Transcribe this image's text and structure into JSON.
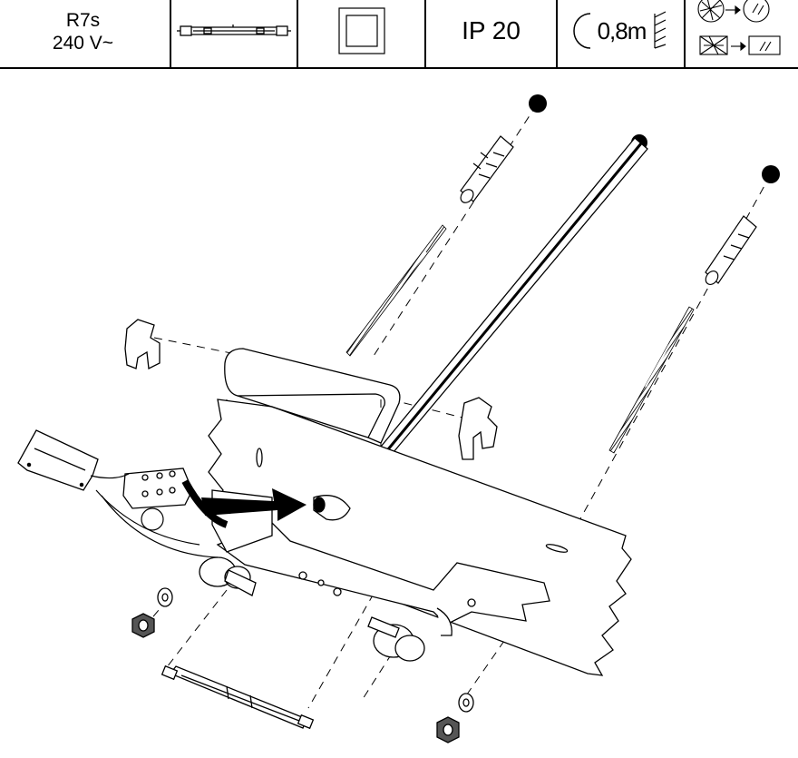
{
  "spec_header": {
    "socket_type": "R7s",
    "voltage": "240 V~",
    "ip_rating": "IP 20",
    "min_distance": "0,8m"
  },
  "icons": {
    "lamp": "linear-halogen-lamp-icon",
    "protection_class": "protection-class-ii-icon",
    "distance": "light-distance-icon",
    "glass": "replace-cracked-glass-icon"
  },
  "diagram": {
    "subject": "exploded-assembly-floodlight-wall-mount"
  }
}
